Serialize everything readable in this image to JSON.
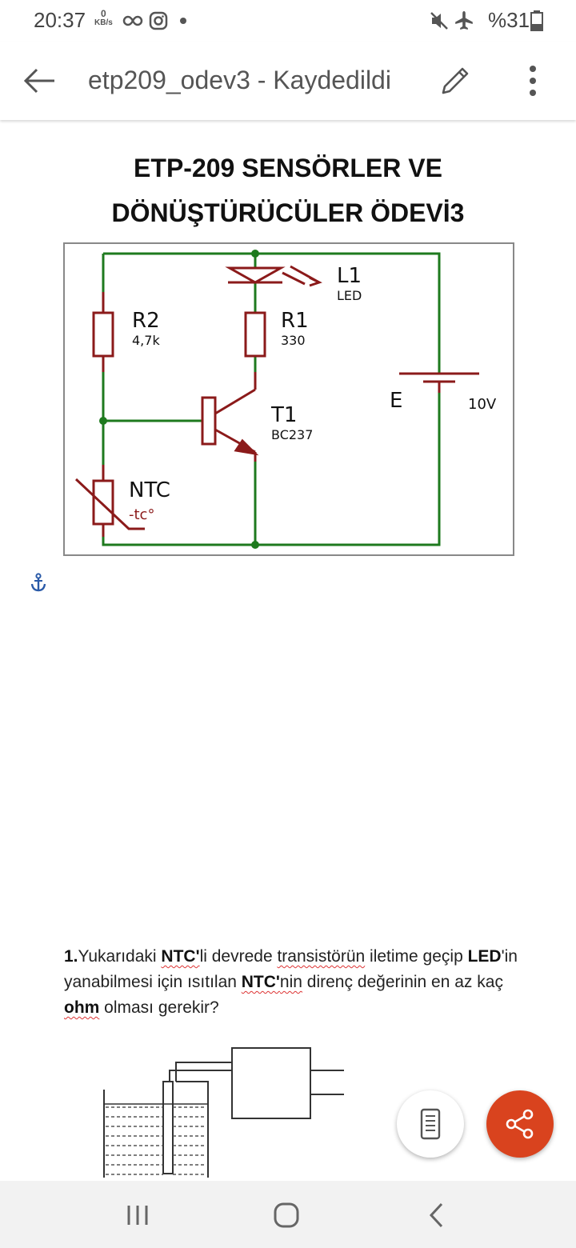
{
  "status": {
    "time": "20:37",
    "speed_value": "0",
    "speed_unit": "KB/s",
    "battery": "%31"
  },
  "appbar": {
    "title": "etp209_odev3 - Kaydedildi"
  },
  "document": {
    "title_line1": "ETP-209 SENSÖRLER VE",
    "title_line2": "DÖNÜŞTÜRÜCÜLER ÖDEVİ3",
    "circuit": {
      "l1_name": "L1",
      "l1_value": "LED",
      "r1_name": "R1",
      "r1_value": "330",
      "r2_name": "R2",
      "r2_value": "4,7k",
      "t1_name": "T1",
      "t1_value": "BC237",
      "e_name": "E",
      "e_value": "10V",
      "ntc_name": "NTC",
      "ntc_value": "-tc°"
    },
    "question": {
      "number": "1.",
      "p1": "Yukarıdaki ",
      "ntc1": "NTC'",
      "p2": "li devrede ",
      "transistor": "transistörün",
      "p3": " iletime geçip ",
      "led": "LED",
      "p4": "'in yanabilmesi için ısıtılan ",
      "ntc2": "NTC'",
      "nin": "nin",
      "p5": " direnç değerinin en az kaç ",
      "ohm": "ohm",
      "p6": " olması  gerekir?"
    }
  },
  "icons": {
    "back": "arrow-left-icon",
    "edit": "pencil-icon",
    "more": "more-vert-icon",
    "anchor": "anchor-icon",
    "reader": "reader-mode-icon",
    "share": "share-icon"
  },
  "colors": {
    "wire": "#1e7a1e",
    "component": "#8b1a1a",
    "fab_share": "#d9431e"
  }
}
